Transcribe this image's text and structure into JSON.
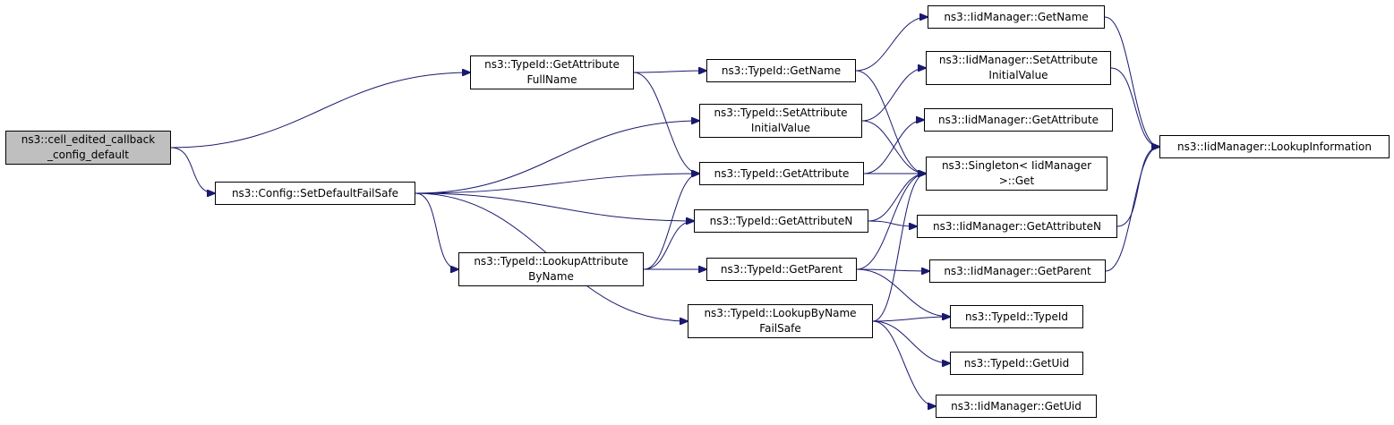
{
  "colors": {
    "edge": "#191970",
    "root_fill": "#bfbfbf",
    "node_fill": "#ffffff",
    "border": "#000000"
  },
  "nodes": {
    "cell_edited": {
      "lines": [
        "ns3::cell_edited_callback",
        "_config_default"
      ]
    },
    "set_default_failsafe": {
      "lines": [
        "ns3::Config::SetDefaultFailSafe"
      ]
    },
    "get_attribute_full_name": {
      "lines": [
        "ns3::TypeId::GetAttribute",
        "FullName"
      ]
    },
    "lookup_attribute_by_name": {
      "lines": [
        "ns3::TypeId::LookupAttribute",
        "ByName"
      ]
    },
    "typeid_get_name": {
      "lines": [
        "ns3::TypeId::GetName"
      ]
    },
    "typeid_set_attr_initial": {
      "lines": [
        "ns3::TypeId::SetAttribute",
        "InitialValue"
      ]
    },
    "typeid_get_attribute": {
      "lines": [
        "ns3::TypeId::GetAttribute"
      ]
    },
    "typeid_get_attribute_n": {
      "lines": [
        "ns3::TypeId::GetAttributeN"
      ]
    },
    "typeid_get_parent": {
      "lines": [
        "ns3::TypeId::GetParent"
      ]
    },
    "typeid_lookup_by_name": {
      "lines": [
        "ns3::TypeId::LookupByName",
        "FailSafe"
      ]
    },
    "iid_get_name": {
      "lines": [
        "ns3::IidManager::GetName"
      ]
    },
    "iid_set_attr_initial": {
      "lines": [
        "ns3::IidManager::SetAttribute",
        "InitialValue"
      ]
    },
    "iid_get_attribute": {
      "lines": [
        "ns3::IidManager::GetAttribute"
      ]
    },
    "singleton_get": {
      "lines": [
        "ns3::Singleton< IidManager",
        ">::Get"
      ]
    },
    "iid_get_attribute_n": {
      "lines": [
        "ns3::IidManager::GetAttributeN"
      ]
    },
    "iid_get_parent": {
      "lines": [
        "ns3::IidManager::GetParent"
      ]
    },
    "typeid_ctor": {
      "lines": [
        "ns3::TypeId::TypeId"
      ]
    },
    "typeid_get_uid": {
      "lines": [
        "ns3::TypeId::GetUid"
      ]
    },
    "iid_get_uid": {
      "lines": [
        "ns3::IidManager::GetUid"
      ]
    },
    "iid_lookup_information": {
      "lines": [
        "ns3::IidManager::LookupInformation"
      ]
    }
  },
  "edges": [
    [
      "cell_edited",
      "get_attribute_full_name"
    ],
    [
      "cell_edited",
      "set_default_failsafe"
    ],
    [
      "get_attribute_full_name",
      "typeid_get_name"
    ],
    [
      "get_attribute_full_name",
      "typeid_get_attribute"
    ],
    [
      "set_default_failsafe",
      "typeid_set_attr_initial"
    ],
    [
      "set_default_failsafe",
      "typeid_get_attribute"
    ],
    [
      "set_default_failsafe",
      "typeid_get_attribute_n"
    ],
    [
      "set_default_failsafe",
      "lookup_attribute_by_name"
    ],
    [
      "set_default_failsafe",
      "typeid_lookup_by_name"
    ],
    [
      "lookup_attribute_by_name",
      "typeid_get_attribute"
    ],
    [
      "lookup_attribute_by_name",
      "typeid_get_attribute_n"
    ],
    [
      "lookup_attribute_by_name",
      "typeid_get_parent"
    ],
    [
      "typeid_get_name",
      "iid_get_name"
    ],
    [
      "typeid_get_name",
      "singleton_get"
    ],
    [
      "typeid_set_attr_initial",
      "iid_set_attr_initial"
    ],
    [
      "typeid_set_attr_initial",
      "singleton_get"
    ],
    [
      "typeid_get_attribute",
      "iid_get_attribute"
    ],
    [
      "typeid_get_attribute",
      "singleton_get"
    ],
    [
      "typeid_get_attribute_n",
      "singleton_get"
    ],
    [
      "typeid_get_attribute_n",
      "iid_get_attribute_n"
    ],
    [
      "typeid_get_parent",
      "singleton_get"
    ],
    [
      "typeid_get_parent",
      "iid_get_parent"
    ],
    [
      "typeid_get_parent",
      "typeid_ctor"
    ],
    [
      "typeid_lookup_by_name",
      "singleton_get"
    ],
    [
      "typeid_lookup_by_name",
      "typeid_ctor"
    ],
    [
      "typeid_lookup_by_name",
      "typeid_get_uid"
    ],
    [
      "typeid_lookup_by_name",
      "iid_get_uid"
    ],
    [
      "iid_get_name",
      "iid_lookup_information"
    ],
    [
      "iid_set_attr_initial",
      "iid_lookup_information"
    ],
    [
      "iid_get_attribute_n",
      "iid_lookup_information"
    ],
    [
      "iid_get_parent",
      "iid_lookup_information"
    ]
  ]
}
